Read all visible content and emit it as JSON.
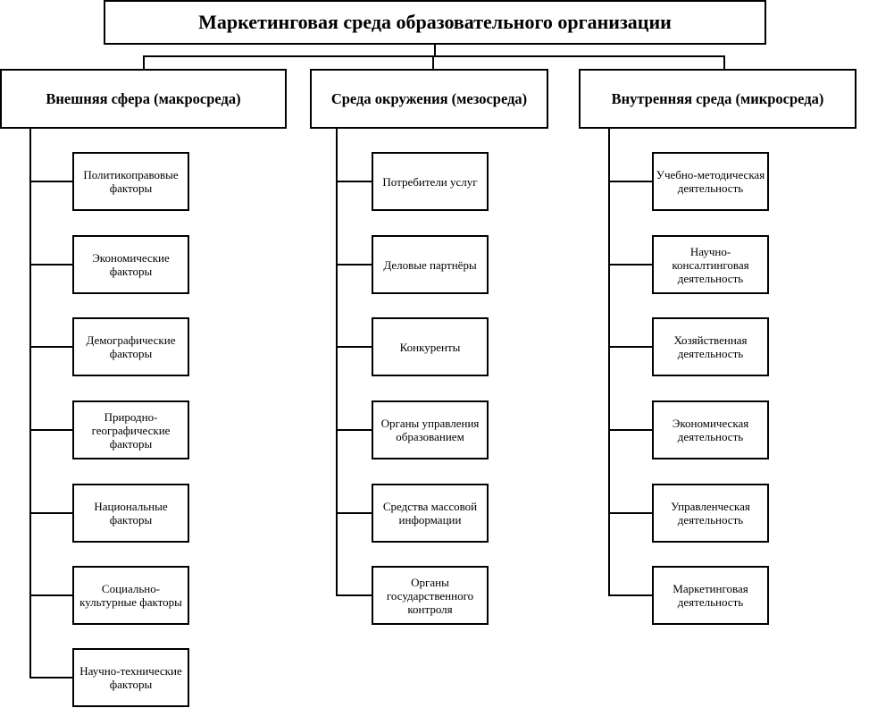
{
  "title": "Маркетинговая среда образовательного организации",
  "columns": [
    {
      "header": "Внешняя сфера (макросреда)",
      "items": [
        "Политикоправовые факторы",
        "Экономические факторы",
        "Демографические факторы",
        "Природно-географические факторы",
        "Национальные факторы",
        "Социально-культурные факторы",
        "Научно-технические факторы"
      ]
    },
    {
      "header": "Среда окружения (мезосреда)",
      "items": [
        "Потребители услуг",
        "Деловые партнёры",
        "Конкуренты",
        "Органы управления образованием",
        "Средства массовой информации",
        "Органы государственного контроля"
      ]
    },
    {
      "header": "Внутренняя среда (микросреда)",
      "items": [
        "Учебно-методическая деятельность",
        "Научно-консалтинговая деятельность",
        "Хозяйственная деятельность",
        "Экономическая деятельность",
        "Управленческая деятельность",
        "Маркетинговая деятельность"
      ]
    }
  ]
}
